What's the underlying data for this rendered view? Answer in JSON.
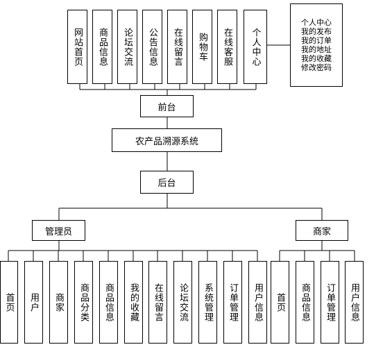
{
  "root": "农产品溯源系统",
  "front": {
    "label": "前台",
    "modules": [
      "网站首页",
      "商品信息",
      "论坛交流",
      "公告信息",
      "在线留言",
      "购物车",
      "在线客服",
      "个人中心"
    ],
    "personal_center_items": [
      "个人中心",
      "我的发布",
      "我的订单",
      "我的地址",
      "我的收藏",
      "修改密码"
    ]
  },
  "back": {
    "label": "后台",
    "admin": {
      "label": "管理员",
      "modules": [
        "首页",
        "用户",
        "商家",
        "商品分类",
        "商品信息",
        "我的收藏",
        "在线留言",
        "论坛交流",
        "系统管理",
        "订单管理",
        "用户信息"
      ]
    },
    "merchant": {
      "label": "商家",
      "modules": [
        "首页",
        "商品信息",
        "订单管理",
        "用户信息"
      ]
    }
  }
}
